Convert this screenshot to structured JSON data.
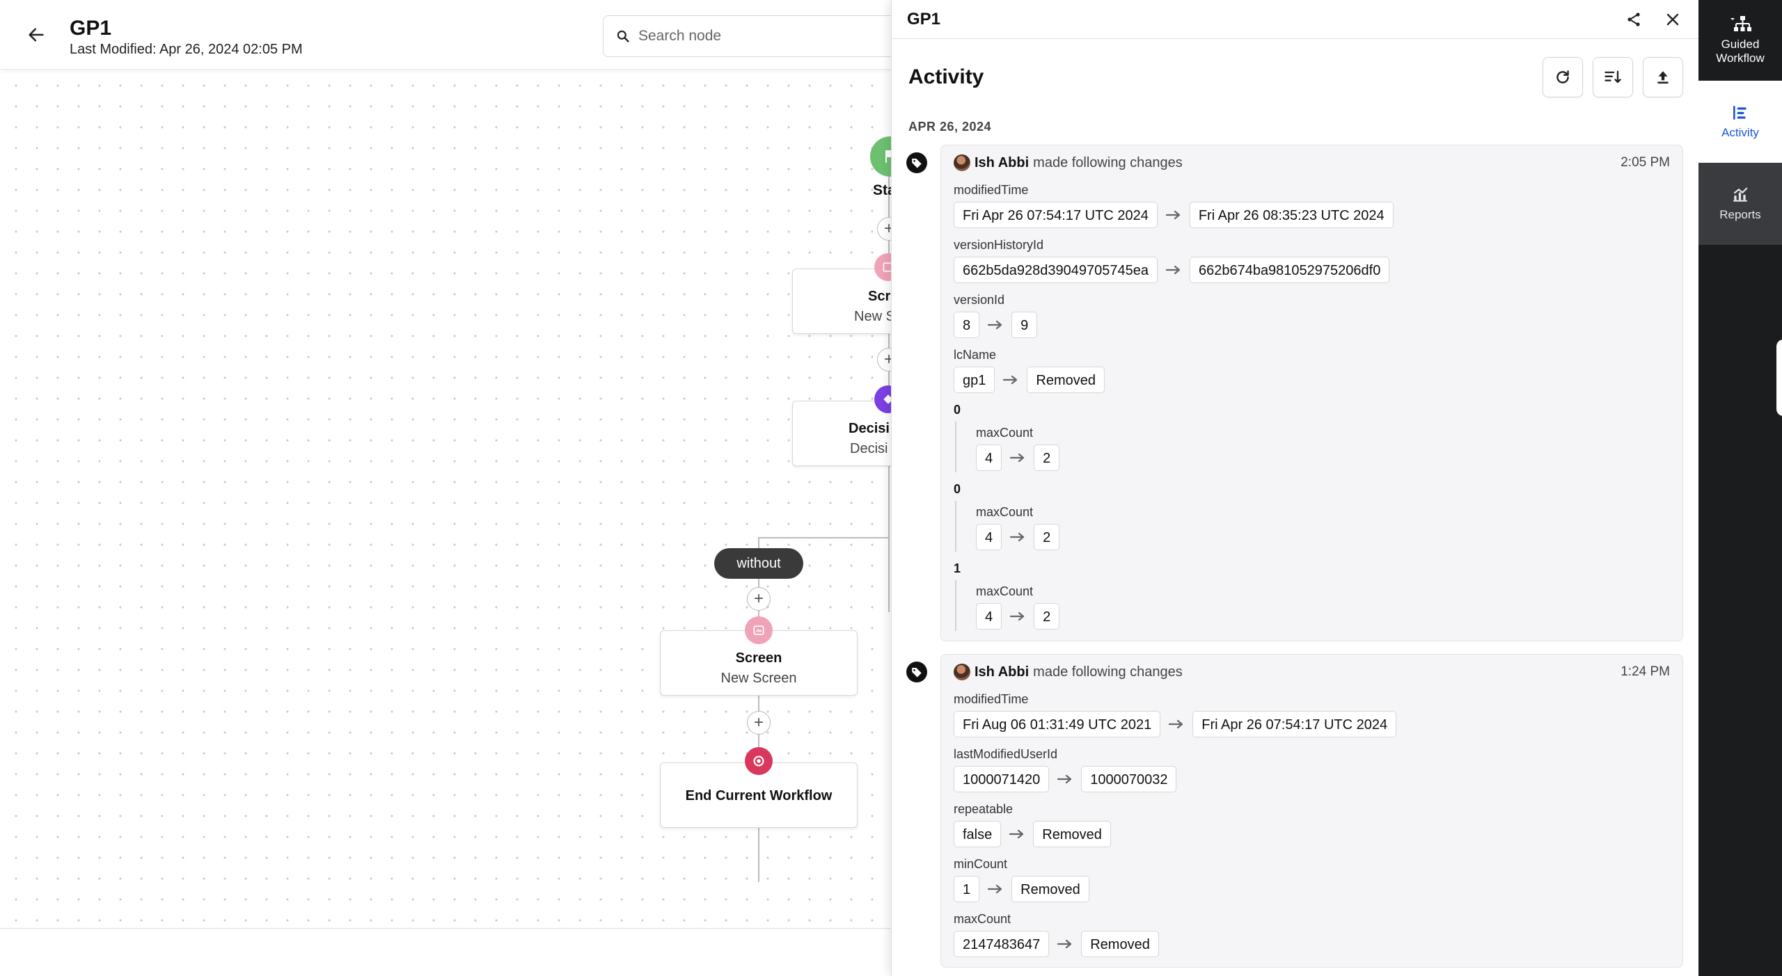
{
  "header": {
    "title": "GP1",
    "last_modified": "Last Modified: Apr 26, 2024 02:05 PM"
  },
  "search": {
    "placeholder": "Search node"
  },
  "canvas": {
    "start_label": "Sta",
    "screen_top": {
      "title": "Scr",
      "subtitle": "New S"
    },
    "decision": {
      "title": "Decisi",
      "subtitle": "Decisi"
    },
    "branch_label": "without",
    "screen": {
      "title": "Screen",
      "subtitle": "New Screen"
    },
    "end": {
      "title": "End Current Workflow"
    },
    "plus": "+"
  },
  "panel": {
    "title": "GP1",
    "activity_title": "Activity",
    "date": "APR 26, 2024",
    "entries": [
      {
        "user": "Ish Abbi",
        "action": "made following changes",
        "time": "2:05 PM",
        "changes": [
          {
            "field": "modifiedTime",
            "from": "Fri Apr 26 07:54:17 UTC 2024",
            "to": "Fri Apr 26 08:35:23 UTC 2024"
          },
          {
            "field": "versionHistoryId",
            "from": "662b5da928d39049705745ea",
            "to": "662b674ba981052975206df0"
          },
          {
            "field": "versionId",
            "from": "8",
            "to": "9"
          },
          {
            "field": "lcName",
            "from": "gp1",
            "to": "Removed"
          }
        ],
        "groups": [
          {
            "index": "0",
            "field": "maxCount",
            "from": "4",
            "to": "2"
          },
          {
            "index": "0",
            "field": "maxCount",
            "from": "4",
            "to": "2"
          },
          {
            "index": "1",
            "field": "maxCount",
            "from": "4",
            "to": "2"
          }
        ]
      },
      {
        "user": "Ish Abbi",
        "action": "made following changes",
        "time": "1:24 PM",
        "changes": [
          {
            "field": "modifiedTime",
            "from": "Fri Aug 06 01:31:49 UTC 2021",
            "to": "Fri Apr 26 07:54:17 UTC 2024"
          },
          {
            "field": "lastModifiedUserId",
            "from": "1000071420",
            "to": "1000070032"
          },
          {
            "field": "repeatable",
            "from": "false",
            "to": "Removed"
          },
          {
            "field": "minCount",
            "from": "1",
            "to": "Removed"
          },
          {
            "field": "maxCount",
            "from": "2147483647",
            "to": "Removed"
          }
        ]
      }
    ]
  },
  "rail": {
    "guided_workflow": "Guided Workflow",
    "activity": "Activity",
    "reports": "Reports"
  },
  "colors": {
    "start_green": "#6cc070",
    "screen_pink": "#f0a3b8",
    "decision_purple": "#7b3fe4",
    "end_red": "#d9375b",
    "active_blue": "#1a56d6"
  },
  "icons": {
    "back": "arrow-left-icon",
    "search": "search-icon",
    "share": "share-icon",
    "close": "close-icon",
    "refresh": "refresh-icon",
    "sort": "sort-icon",
    "export": "upload-icon",
    "tag": "tag-icon",
    "change_arrow": "arrow-right-icon",
    "guided_workflow": "hierarchy-icon",
    "activity": "activity-list-icon",
    "reports": "chart-icon"
  }
}
